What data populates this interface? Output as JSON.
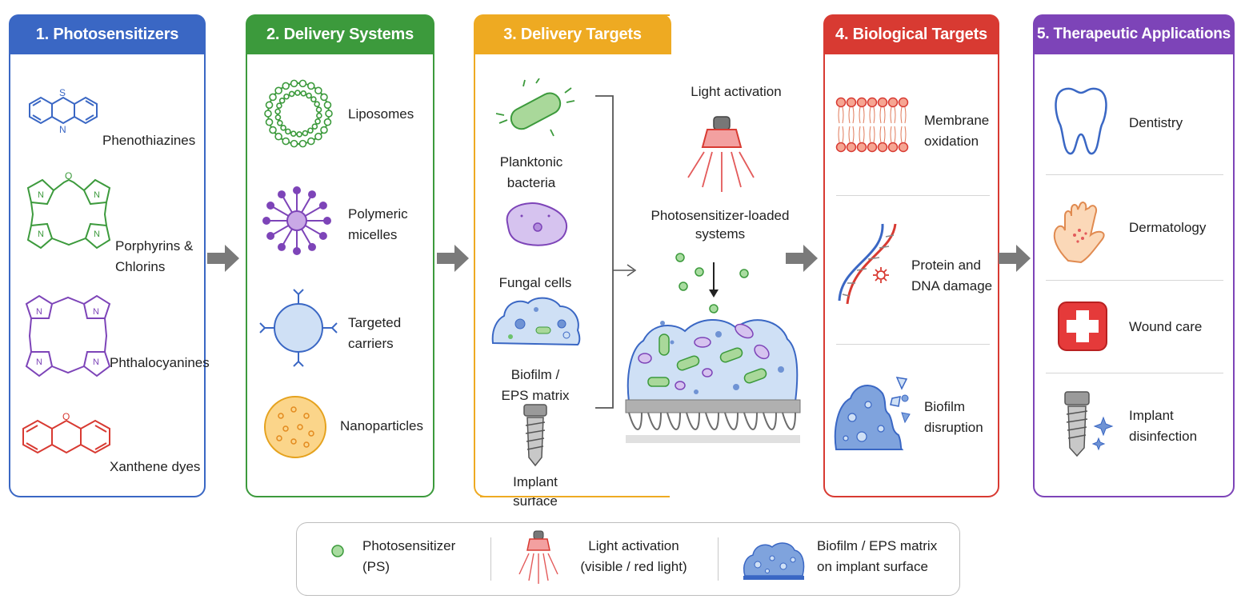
{
  "panels": [
    {
      "title": "1. Photosensitizers",
      "color": "#3a67c4",
      "items": [
        "Phenothiazines",
        "Porphyrins &",
        "Chlorins",
        "Phthalocyanines",
        "Xanthene dyes"
      ]
    },
    {
      "title": "2. Delivery Systems",
      "color": "#3c9a3c",
      "items": [
        "Liposomes",
        "Polymeric",
        "micelles",
        "Targeted",
        "carriers",
        "Nanoparticles"
      ]
    },
    {
      "title": "3. Delivery Targets",
      "color": "#eeaa22",
      "items": [
        "Planktonic",
        "bacteria",
        "Fungal cells",
        "Biofilm /",
        "EPS matrix",
        "Implant",
        "surface"
      ]
    },
    {
      "title": "4. Biological Targets",
      "color": "#d83a32",
      "items": [
        "Membrane",
        "oxidation",
        "Protein and",
        "DNA damage",
        "Biofilm",
        "disruption"
      ]
    },
    {
      "title": "5. Therapeutic Applications",
      "color": "#7d44b8",
      "items": [
        "Dentistry",
        "Dermatology",
        "Wound care",
        "Implant",
        "disinfection"
      ]
    }
  ],
  "center": {
    "light_label": "Light activation",
    "loaded_label_1": "Photosensitizer-loaded",
    "loaded_label_2": "systems"
  },
  "molecule_atoms": {
    "s": "S",
    "n": "N",
    "o": "O"
  },
  "legend": {
    "ps_1": "Photosensitizer",
    "ps_2": "(PS)",
    "light_1": "Light activation",
    "light_2": "(visible / red light)",
    "biofilm_1": "Biofilm / EPS matrix",
    "biofilm_2": "on implant surface"
  },
  "colors": {
    "blue": "#3a67c4",
    "green": "#3c9a3c",
    "orange": "#eeaa22",
    "red": "#d83a32",
    "purple": "#7d44b8",
    "arrow": "#7a7a7a",
    "ps_green": "#6cc26c"
  }
}
